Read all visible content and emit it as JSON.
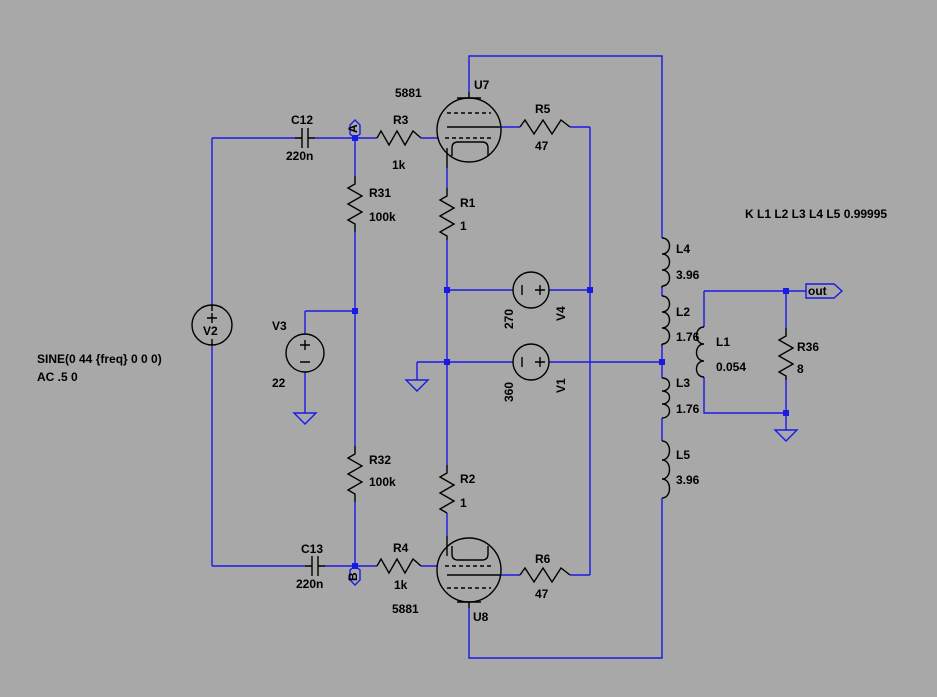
{
  "components": {
    "c12": {
      "name": "C12",
      "value": "220n"
    },
    "c13": {
      "name": "C13",
      "value": "220n"
    },
    "r3": {
      "name": "R3",
      "value": "1k"
    },
    "r4": {
      "name": "R4",
      "value": "1k"
    },
    "r5": {
      "name": "R5",
      "value": "47"
    },
    "r6": {
      "name": "R6",
      "value": "47"
    },
    "r1": {
      "name": "R1",
      "value": "1"
    },
    "r2": {
      "name": "R2",
      "value": "1"
    },
    "r31": {
      "name": "R31",
      "value": "100k"
    },
    "r32": {
      "name": "R32",
      "value": "100k"
    },
    "r36": {
      "name": "R36",
      "value": "8"
    },
    "u7": {
      "name": "U7",
      "value": "5881"
    },
    "u8": {
      "name": "U8",
      "value": "5881"
    },
    "v1": {
      "name": "V1",
      "value": "360"
    },
    "v2": {
      "name": "V2",
      "value_line1": "SINE(0 44 {freq} 0 0 0)",
      "value_line2": "AC .5 0"
    },
    "v3": {
      "name": "V3",
      "value": "22"
    },
    "v4": {
      "name": "V4",
      "value": "270"
    },
    "l1": {
      "name": "L1",
      "value": "0.054"
    },
    "l2": {
      "name": "L2",
      "value": "1.76"
    },
    "l3": {
      "name": "L3",
      "value": "1.76"
    },
    "l4": {
      "name": "L4",
      "value": "3.96"
    },
    "l5": {
      "name": "L5",
      "value": "3.96"
    }
  },
  "net_labels": {
    "a": "A",
    "b": "B",
    "out": "out"
  },
  "directive": "K L1 L2 L3 L4 L5 0.99995",
  "colors": {
    "background": "#a8a8a8",
    "wire": "#1a1ae6",
    "component": "#000000"
  }
}
